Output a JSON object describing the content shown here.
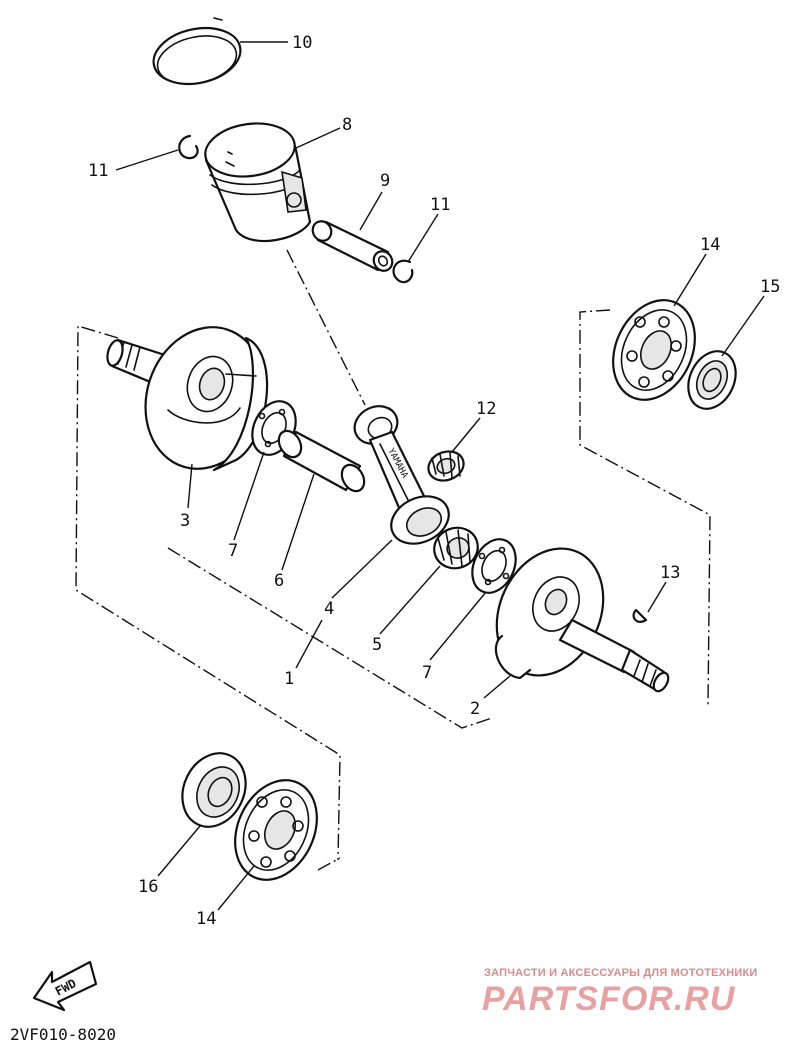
{
  "diagram": {
    "callouts": [
      {
        "id": "c10a",
        "label": "10"
      },
      {
        "id": "c8",
        "label": "8"
      },
      {
        "id": "c11a",
        "label": "11"
      },
      {
        "id": "c9",
        "label": "9"
      },
      {
        "id": "c11b",
        "label": "11"
      },
      {
        "id": "c14a",
        "label": "14"
      },
      {
        "id": "c15",
        "label": "15"
      },
      {
        "id": "c12",
        "label": "12"
      },
      {
        "id": "c3",
        "label": "3"
      },
      {
        "id": "c7a",
        "label": "7"
      },
      {
        "id": "c6",
        "label": "6"
      },
      {
        "id": "c4",
        "label": "4"
      },
      {
        "id": "c1",
        "label": "1"
      },
      {
        "id": "c5",
        "label": "5"
      },
      {
        "id": "c7b",
        "label": "7"
      },
      {
        "id": "c13",
        "label": "13"
      },
      {
        "id": "c2",
        "label": "2"
      },
      {
        "id": "c16",
        "label": "16"
      },
      {
        "id": "c14b",
        "label": "14"
      }
    ],
    "rod_marking": "YAMAHA",
    "fwd_label": "FWD",
    "diagram_code": "2VF010-8020"
  },
  "watermark": {
    "tagline": "ЗАПЧАСТИ И АКСЕССУАРЫ ДЛЯ МОТОТЕХНИКИ",
    "brand": "PARTSFOR.RU",
    "color": "#e8a0a0"
  }
}
